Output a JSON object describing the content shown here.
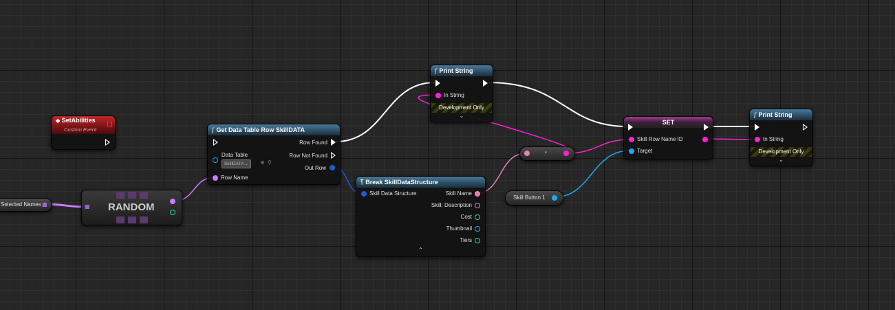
{
  "graph": {
    "set_abilities": {
      "title": "SetAbilities",
      "subtitle": "Custom Event"
    },
    "selected_names": {
      "label": "Selected Names"
    },
    "random": {
      "title": "RANDOM"
    },
    "get_row": {
      "title": "Get Data Table Row SkillDATA",
      "data_table_label": "Data Table",
      "data_table_value": "SkillDATA",
      "row_name_label": "Row Name",
      "row_found_label": "Row Found",
      "row_not_found_label": "Row Not Found",
      "out_row_label": "Out Row"
    },
    "break": {
      "title": "Break SkillDataStructure",
      "input_label": "Skill Data Structure",
      "outputs": [
        "Skill Name",
        "Skill; Description",
        "Cost",
        "Thumbnail",
        "Tiers"
      ]
    },
    "print1": {
      "title": "Print String",
      "in_string_label": "In String",
      "dev_label": "Development Only"
    },
    "reroute": {
      "label": "•"
    },
    "skill_button": {
      "label": "Skill Button 1"
    },
    "set": {
      "title": "SET",
      "var_label": "Skill Row Name ID",
      "target_label": "Target"
    },
    "print2": {
      "title": "Print String",
      "in_string_label": "In String",
      "dev_label": "Development Only"
    }
  },
  "colors": {
    "exec": "#ffffff",
    "name_pin": "#c77dff",
    "string_pin": "#ff1fd7",
    "struct_pin": "#1a5fd0",
    "object_pin": "#18a9ff",
    "texture_pin": "#23d0b5",
    "text_pin": "#e87ec0",
    "int_pin": "#23e0b0"
  }
}
